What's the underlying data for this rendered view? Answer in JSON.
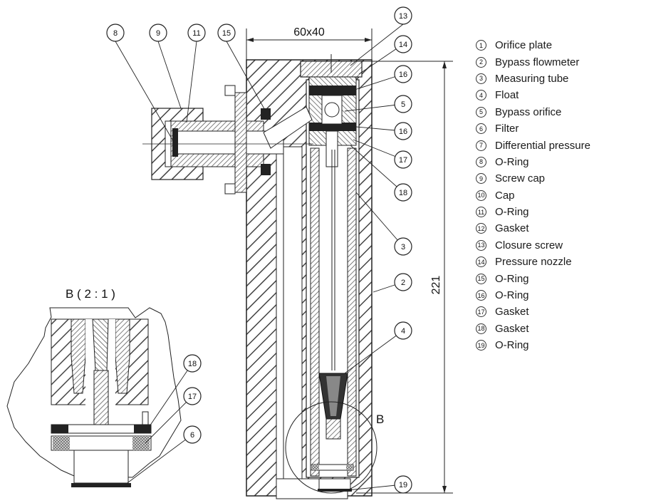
{
  "drawing": {
    "dimension_width": "60x40",
    "dimension_height": "221",
    "detail_label": "B ( 2 : 1 )",
    "detail_marker": "B",
    "callouts": [
      {
        "num": "8"
      },
      {
        "num": "9"
      },
      {
        "num": "11"
      },
      {
        "num": "15"
      },
      {
        "num": "13"
      },
      {
        "num": "14"
      },
      {
        "num": "16"
      },
      {
        "num": "5"
      },
      {
        "num": "16"
      },
      {
        "num": "17"
      },
      {
        "num": "18"
      },
      {
        "num": "3"
      },
      {
        "num": "2"
      },
      {
        "num": "4"
      },
      {
        "num": "19"
      },
      {
        "num": "18"
      },
      {
        "num": "17"
      },
      {
        "num": "6"
      }
    ]
  },
  "legend": [
    {
      "num": "1",
      "label": "Orifice plate"
    },
    {
      "num": "2",
      "label": "Bypass flowmeter"
    },
    {
      "num": "3",
      "label": "Measuring tube"
    },
    {
      "num": "4",
      "label": "Float"
    },
    {
      "num": "5",
      "label": "Bypass orifice"
    },
    {
      "num": "6",
      "label": "Filter"
    },
    {
      "num": "7",
      "label": "Differential pressure"
    },
    {
      "num": "8",
      "label": "O-Ring"
    },
    {
      "num": "9",
      "label": "Screw cap"
    },
    {
      "num": "10",
      "label": "Cap"
    },
    {
      "num": "11",
      "label": "O-Ring"
    },
    {
      "num": "12",
      "label": "Gasket"
    },
    {
      "num": "13",
      "label": "Closure screw"
    },
    {
      "num": "14",
      "label": "Pressure nozzle"
    },
    {
      "num": "15",
      "label": "O-Ring"
    },
    {
      "num": "16",
      "label": "O-Ring"
    },
    {
      "num": "17",
      "label": "Gasket"
    },
    {
      "num": "18",
      "label": "Gasket"
    },
    {
      "num": "19",
      "label": "O-Ring"
    }
  ]
}
